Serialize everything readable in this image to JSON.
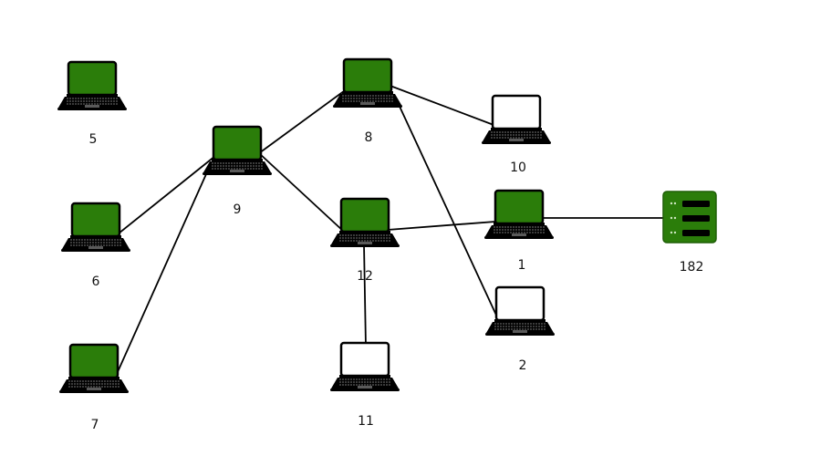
{
  "diagram": {
    "colors": {
      "active_screen": "#2b7d0a",
      "inactive_screen": "#ffffff",
      "device_body": "#000000",
      "server": "#2b7d0a",
      "edge": "#000000"
    },
    "nodes": [
      {
        "id": "5",
        "label": "5",
        "type": "laptop",
        "active": true
      },
      {
        "id": "6",
        "label": "6",
        "type": "laptop",
        "active": true
      },
      {
        "id": "7",
        "label": "7",
        "type": "laptop",
        "active": true
      },
      {
        "id": "9",
        "label": "9",
        "type": "laptop",
        "active": true
      },
      {
        "id": "8",
        "label": "8",
        "type": "laptop",
        "active": true
      },
      {
        "id": "12",
        "label": "12",
        "type": "laptop",
        "active": true
      },
      {
        "id": "11",
        "label": "11",
        "type": "laptop",
        "active": false
      },
      {
        "id": "10",
        "label": "10",
        "type": "laptop",
        "active": false
      },
      {
        "id": "1",
        "label": "1",
        "type": "laptop",
        "active": true
      },
      {
        "id": "2",
        "label": "2",
        "type": "laptop",
        "active": false
      },
      {
        "id": "182",
        "label": "182",
        "type": "server",
        "active": true
      }
    ],
    "edges": [
      {
        "from": "6",
        "to": "9"
      },
      {
        "from": "7",
        "to": "9"
      },
      {
        "from": "9",
        "to": "8"
      },
      {
        "from": "9",
        "to": "12"
      },
      {
        "from": "8",
        "to": "10"
      },
      {
        "from": "8",
        "to": "2"
      },
      {
        "from": "12",
        "to": "1"
      },
      {
        "from": "12",
        "to": "11"
      },
      {
        "from": "1",
        "to": "182"
      }
    ]
  }
}
